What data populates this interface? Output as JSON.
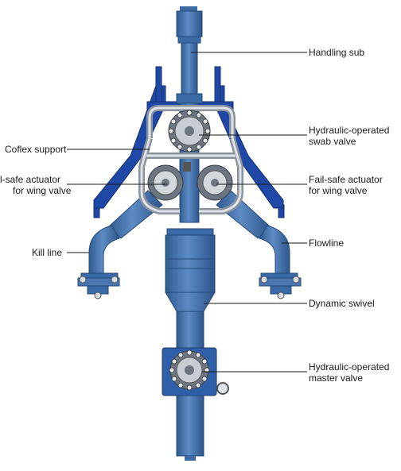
{
  "diagram": {
    "title": "",
    "labels": {
      "handling_sub": "Handling sub",
      "swab_valve": [
        "Hydraulic-operated",
        "swab valve"
      ],
      "coflex_support": "Coflex support",
      "fail_safe_left": [
        "l-safe actuator",
        "for wing valve"
      ],
      "fail_safe_right": [
        "Fail-safe actuator",
        "for wing valve"
      ],
      "kill_line": "Kill line",
      "flowline": "Flowline",
      "dynamic_swivel": "Dynamic swivel",
      "master_valve": [
        "Hydraulic-operated",
        "master valve"
      ]
    },
    "colors": {
      "body_blue": "#4a76b0",
      "body_shadow": "#355d94",
      "frame_blue": "#1f47a6",
      "steel": "#bcc3cb",
      "leader": "#1a1a1a"
    }
  }
}
